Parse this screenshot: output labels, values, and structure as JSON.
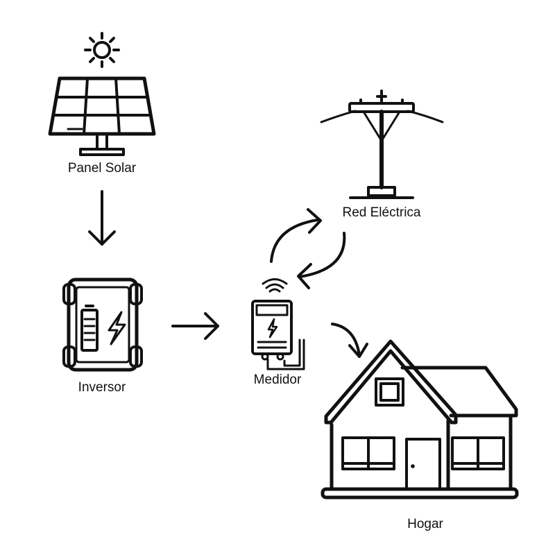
{
  "labels": {
    "panel_solar": "Panel Solar",
    "red_electrica": "Red Eléctrica",
    "inversor": "Inversor",
    "medidor": "Medidor",
    "hogar": "Hogar"
  },
  "colors": {
    "stroke": "#111111",
    "background": "#ffffff"
  },
  "icons": [
    "sun-icon",
    "solar-panel-icon",
    "power-pole-icon",
    "inverter-icon",
    "meter-icon",
    "house-icon"
  ]
}
